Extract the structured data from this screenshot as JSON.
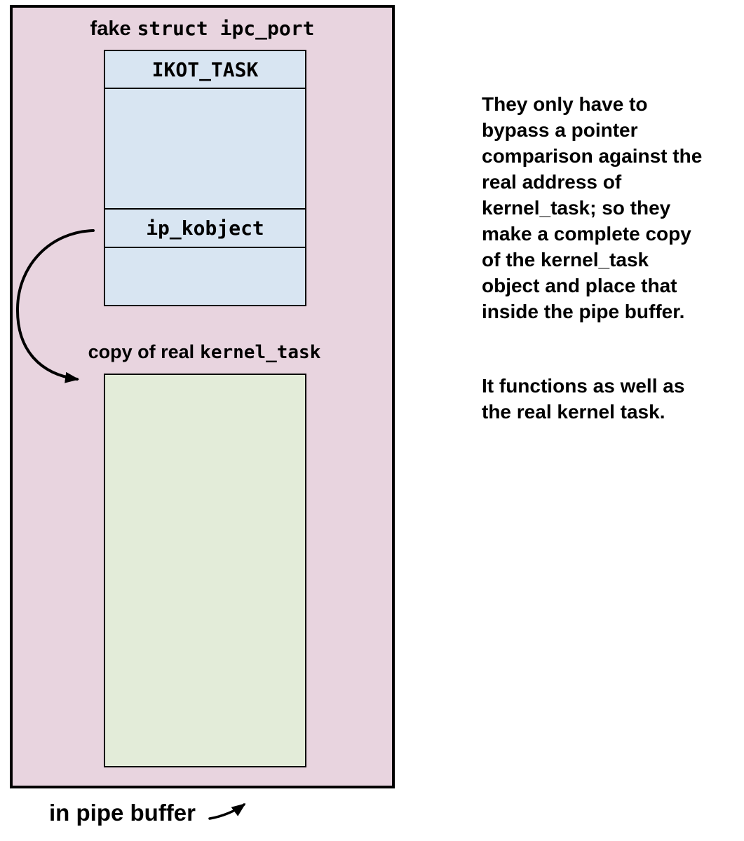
{
  "diagram": {
    "title": {
      "prefix": "fake",
      "code": "struct ipc_port"
    },
    "struct": {
      "rows": [
        {
          "label": "IKOT_TASK"
        },
        {
          "label": ""
        },
        {
          "label": "ip_kobject"
        },
        {
          "label": ""
        }
      ]
    },
    "copy_label": {
      "prefix": "copy of real",
      "code": "kernel_task"
    },
    "pipe_buffer_label": "in pipe buffer",
    "colors": {
      "region-bg": "#e8d4df",
      "struct-bg": "#d8e5f2",
      "copy-bg": "#e3ecd9",
      "stroke": "#000000"
    }
  },
  "annotation": {
    "paragraph1_lines": [
      "They only have to",
      "bypass a pointer",
      "comparison against the",
      "real address of",
      "kernel_task; so they",
      "make a complete copy",
      "of the kernel_task",
      "object and place that",
      "inside the pipe buffer."
    ],
    "paragraph2_lines": [
      "It functions as well as",
      "the real kernel task."
    ]
  }
}
